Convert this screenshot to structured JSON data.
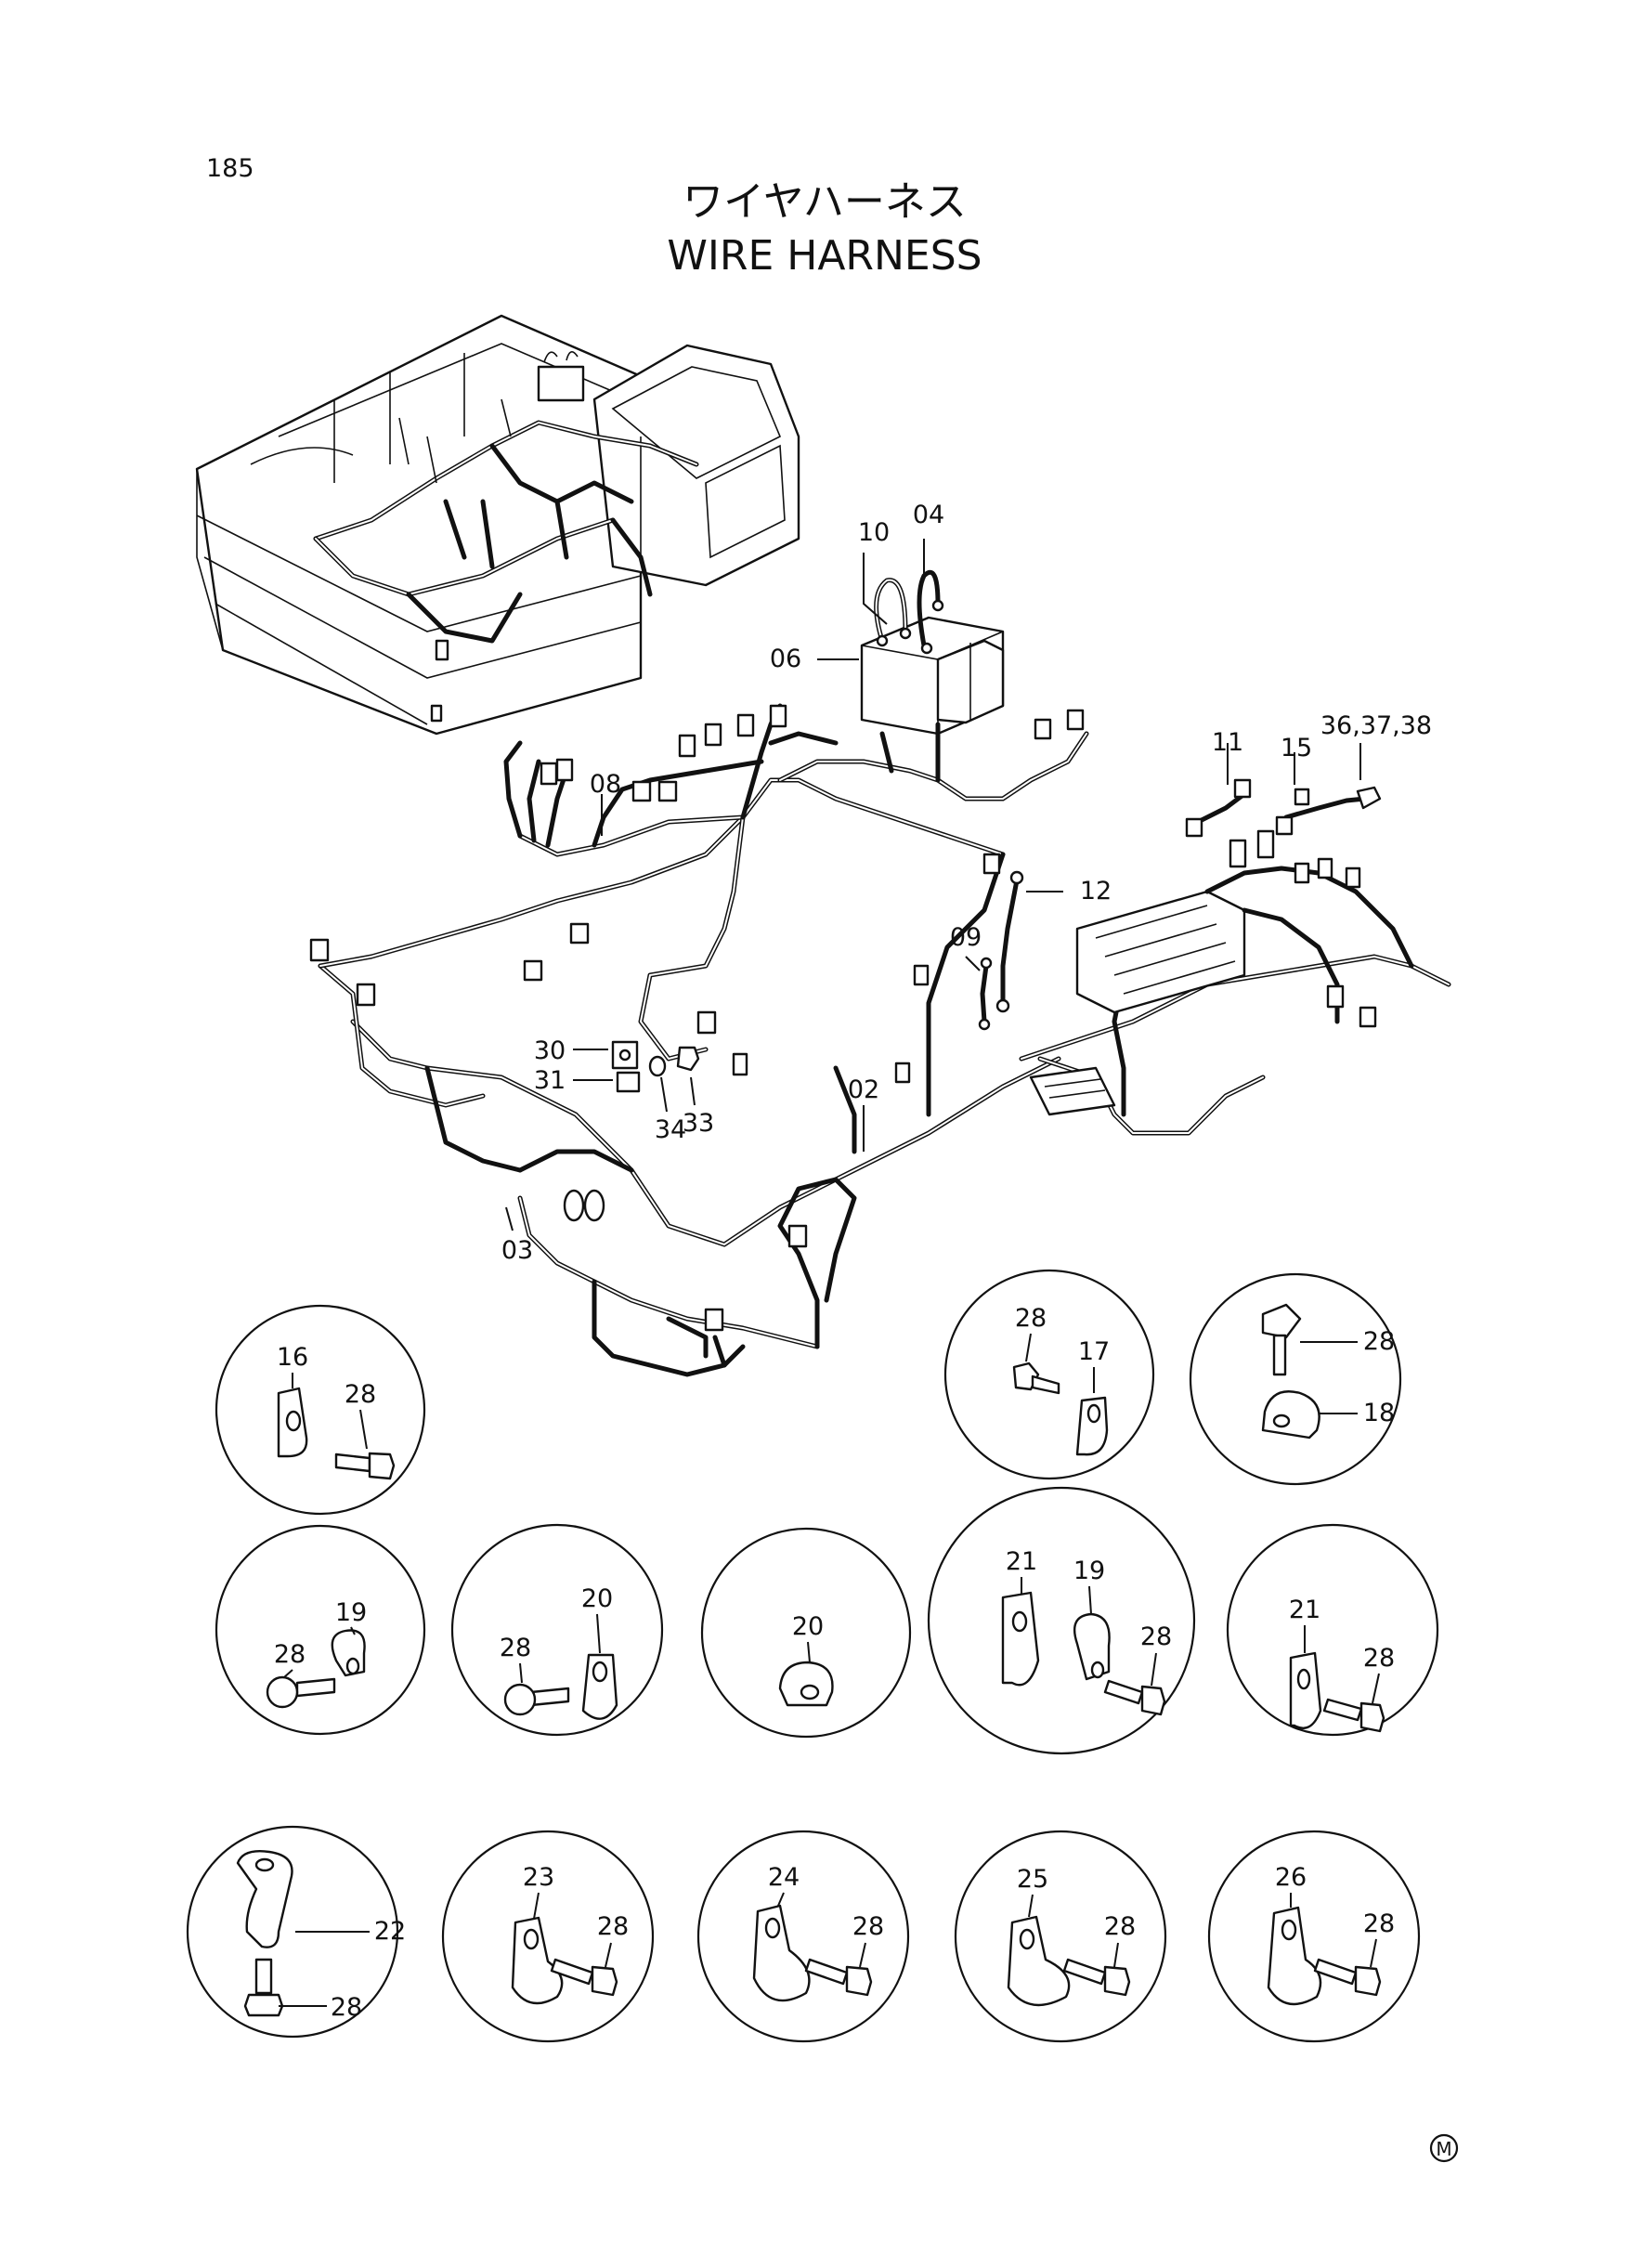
{
  "page_number": "185",
  "title_jp": "ワイヤハーネス",
  "title_en": "WIRE HARNESS",
  "marker": "M",
  "callouts": {
    "c04": "04",
    "c10": "10",
    "c06": "06",
    "c08": "08",
    "c11": "11",
    "c15": "15",
    "c363738": "36,37,38",
    "c12": "12",
    "c09": "09",
    "c02": "02",
    "c30": "30",
    "c31": "31",
    "c34": "34",
    "c33": "33",
    "c03": "03"
  },
  "details": [
    {
      "a": "16",
      "b": "28"
    },
    {
      "a": "28",
      "b": "17"
    },
    {
      "a": "28",
      "b": "18"
    },
    {
      "a": "19",
      "b": "28"
    },
    {
      "a": "20",
      "b": "28"
    },
    {
      "a": "20"
    },
    {
      "a": "21",
      "b": "19",
      "c": "28"
    },
    {
      "a": "21",
      "b": "28"
    },
    {
      "a": "22",
      "b": "28"
    },
    {
      "a": "23",
      "b": "28"
    },
    {
      "a": "24",
      "b": "28"
    },
    {
      "a": "25",
      "b": "28"
    },
    {
      "a": "26",
      "b": "28"
    }
  ]
}
